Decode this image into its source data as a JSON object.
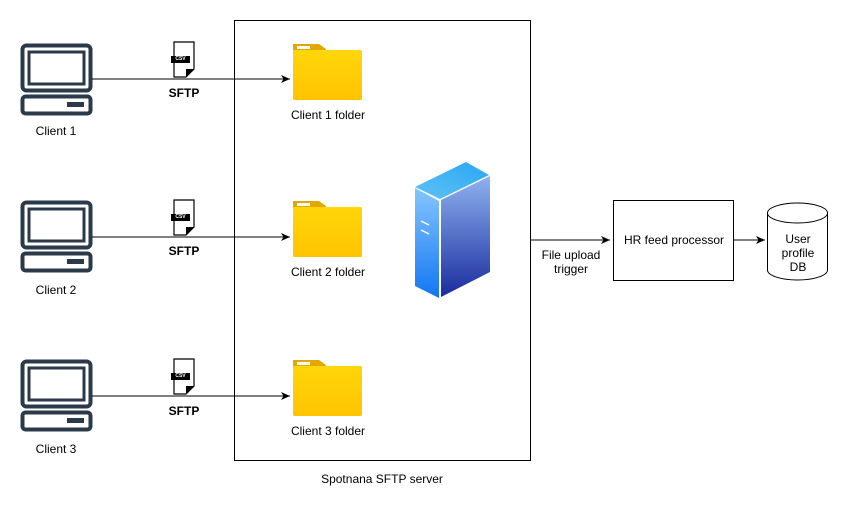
{
  "clients": [
    {
      "label": "Client 1",
      "protocol": "SFTP",
      "file_badge": "CSV",
      "folder_label": "Client 1 folder"
    },
    {
      "label": "Client 2",
      "protocol": "SFTP",
      "file_badge": "CSV",
      "folder_label": "Client 2 folder"
    },
    {
      "label": "Client 3",
      "protocol": "SFTP",
      "file_badge": "CSV",
      "folder_label": "Client 3 folder"
    }
  ],
  "server": {
    "label": "Spotnana SFTP server"
  },
  "trigger": {
    "line1": "File upload",
    "line2": "trigger"
  },
  "processor": {
    "label": "HR feed processor"
  },
  "database": {
    "line1": "User",
    "line2": "profile",
    "line3": "DB"
  },
  "colors": {
    "monitor": "#2b3a4a",
    "folder_front": "#ffd000",
    "folder_tab": "#e0a800",
    "server_light": "#7cc4ff",
    "server_dark": "#1a2fa0"
  }
}
